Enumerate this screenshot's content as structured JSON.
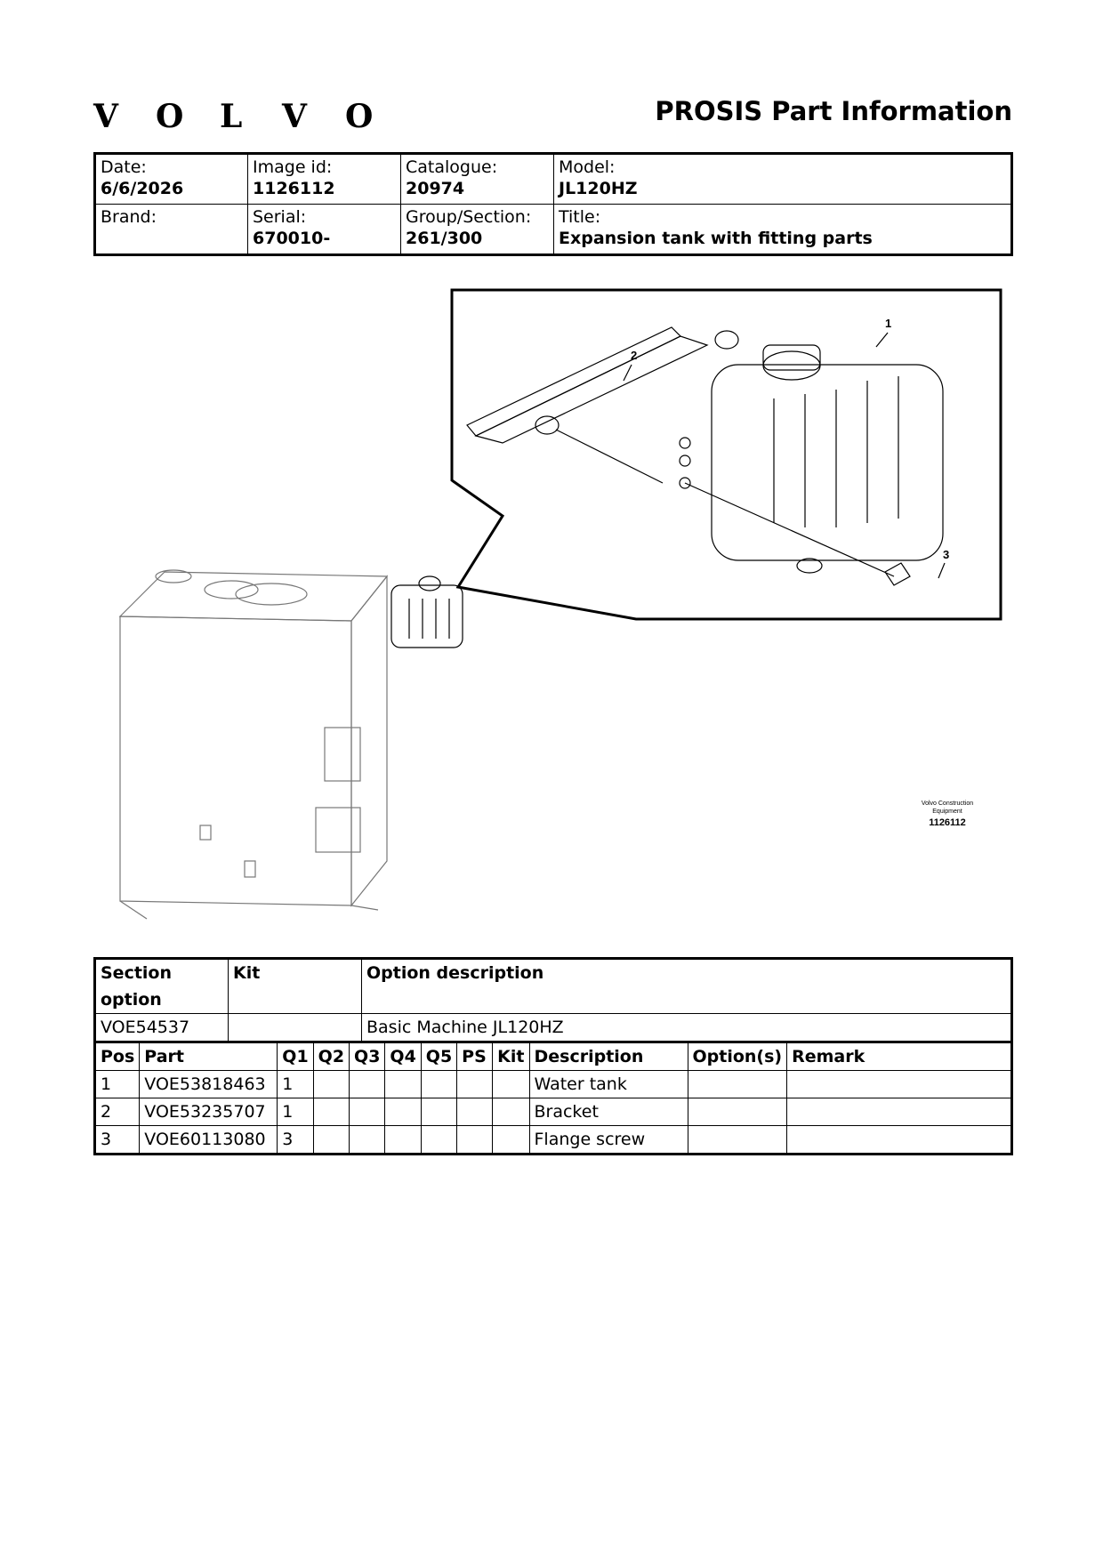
{
  "brand_logo": {
    "letters": [
      "V",
      "O",
      "L",
      "V",
      "O"
    ]
  },
  "page_title": "PROSIS Part Information",
  "header": {
    "date_label": "Date:",
    "date": "6/6/2026",
    "image_id_label": "Image id:",
    "image_id": "1126112",
    "catalogue_label": "Catalogue:",
    "catalogue": "20974",
    "model_label": "Model:",
    "model": "JL120HZ",
    "brand_label": "Brand:",
    "brand": "",
    "serial_label": "Serial:",
    "serial": "670010-",
    "group_label": "Group/Section:",
    "group": "261/300",
    "title_label": "Title:",
    "title": "Expansion tank with fitting parts"
  },
  "figure": {
    "callouts": [
      "1",
      "2",
      "3"
    ],
    "caption_line1": "Volvo Construction",
    "caption_line2": "Equipment",
    "caption_id": "1126112"
  },
  "options_table": {
    "headers": [
      "Section option",
      "Kit",
      "Option description"
    ],
    "rows": [
      [
        "VOE54537",
        "",
        "Basic Machine JL120HZ"
      ]
    ]
  },
  "parts_table": {
    "headers": [
      "Pos",
      "Part",
      "Q1",
      "Q2",
      "Q3",
      "Q4",
      "Q5",
      "PS",
      "Kit",
      "Description",
      "Option(s)",
      "Remark"
    ],
    "rows": [
      [
        "1",
        "VOE53818463",
        "1",
        "",
        "",
        "",
        "",
        "",
        "",
        "Water tank",
        "",
        ""
      ],
      [
        "2",
        "VOE53235707",
        "1",
        "",
        "",
        "",
        "",
        "",
        "",
        "Bracket",
        "",
        ""
      ],
      [
        "3",
        "VOE60113080",
        "3",
        "",
        "",
        "",
        "",
        "",
        "",
        "Flange screw",
        "",
        ""
      ]
    ]
  }
}
